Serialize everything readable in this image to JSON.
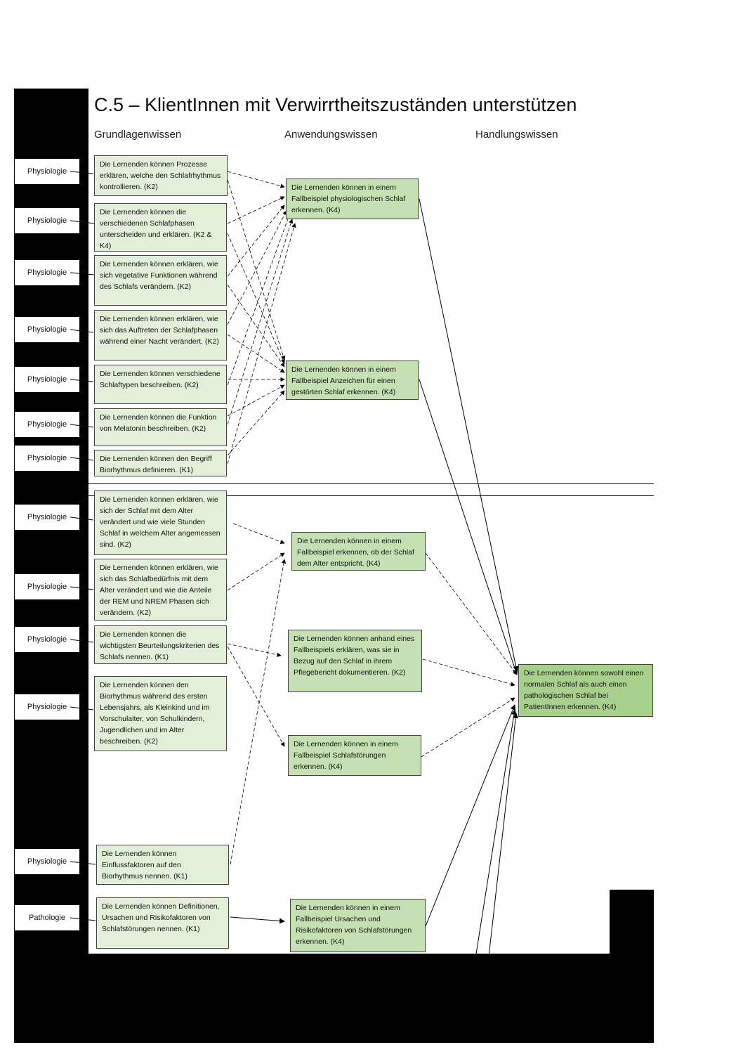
{
  "title": "C.5 – KlientInnen mit Verwirrtheitszuständen unterstützen",
  "columns": [
    "Grundlagenwissen",
    "Anwendungswissen",
    "Handlungswissen"
  ],
  "grundlagen": [
    {
      "label": "Physiologie",
      "text": "Die Lernenden können Prozesse erklären, welche den Schlafrhythmus kontrollieren. (K2)"
    },
    {
      "label": "Physiologie",
      "text": "Die Lernenden können die verschiedenen Schlafphasen unterscheiden und erklären. (K2 & K4)"
    },
    {
      "label": "Physiologie",
      "text": "Die Lernenden können erklären, wie sich vegetative Funktionen während des Schlafs verändern. (K2)"
    },
    {
      "label": "Physiologie",
      "text": "Die Lernenden können erklären, wie sich das Auftreten der Schlafphasen während einer Nacht verändert. (K2)"
    },
    {
      "label": "Physiologie",
      "text": "Die Lernenden können verschiedene Schlaftypen beschreiben. (K2)"
    },
    {
      "label": "Physiologie",
      "text": "Die Lernenden können die Funktion von Melatonin beschreiben. (K2)"
    },
    {
      "label": "Physiologie",
      "text": "Die Lernenden können den Begriff Biorhythmus definieren. (K1)"
    },
    {
      "label": "Physiologie",
      "text": "Die Lernenden können erklären, wie sich der Schlaf mit dem Alter verändert und wie viele Stunden Schlaf in welchem Alter angemessen sind. (K2)"
    },
    {
      "label": "Physiologie",
      "text": "Die Lernenden können erklären, wie sich das Schlafbedürfnis mit dem Alter verändert und wie die Anteile der REM und NREM Phasen sich verändern. (K2)"
    },
    {
      "label": "Physiologie",
      "text": "Die Lernenden können die wichtigsten Beurteilungskriterien des Schlafs nennen. (K1)"
    },
    {
      "label": "Physiologie",
      "text": "Die Lernenden können den Biorhythmus während des ersten Lebensjahrs, als Kleinkind und im Vorschulalter, von Schulkindern, Jugendlichen und im Alter beschreiben. (K2)"
    },
    {
      "label": "Physiologie",
      "text": "Die Lernenden können Einflussfaktoren auf den Biorhythmus nennen. (K1)"
    },
    {
      "label": "Pathologie",
      "text": "Die Lernenden können Definitionen, Ursachen und Risikofaktoren von Schlafstörungen nennen. (K1)"
    }
  ],
  "anwendung": [
    {
      "text": "Die Lernenden können in einem Fallbeispiel physiologischen Schlaf erkennen. (K4)"
    },
    {
      "text": "Die Lernenden können in einem Fallbeispiel Anzeichen für einen gestörten Schlaf erkennen. (K4)"
    },
    {
      "text": "Die Lernenden können in einem Fallbeispiel erkennen, ob der Schlaf dem Alter entspricht. (K4)"
    },
    {
      "text": "Die Lernenden können anhand eines Fallbeispiels erklären, was sie in Bezug auf den Schlaf in ihrem Pflegebericht dokumentieren. (K2)"
    },
    {
      "text": "Die Lernenden können in einem Fallbeispiel Schlafstörungen erkennen. (K4)"
    },
    {
      "text": "Die Lernenden können in einem Fallbeispiel Ursachen und Risikofaktoren von Schlafstörungen erkennen. (K4)"
    }
  ],
  "handlung": [
    {
      "text": "Die Lernenden können sowohl einen normalen Schlaf als auch einen pathologischen Schlaf bei PatientInnen erkennen. (K4)"
    }
  ],
  "colors": {
    "level1": "#e2efd9",
    "level2": "#c5e0b3",
    "level3": "#a8d08d"
  }
}
